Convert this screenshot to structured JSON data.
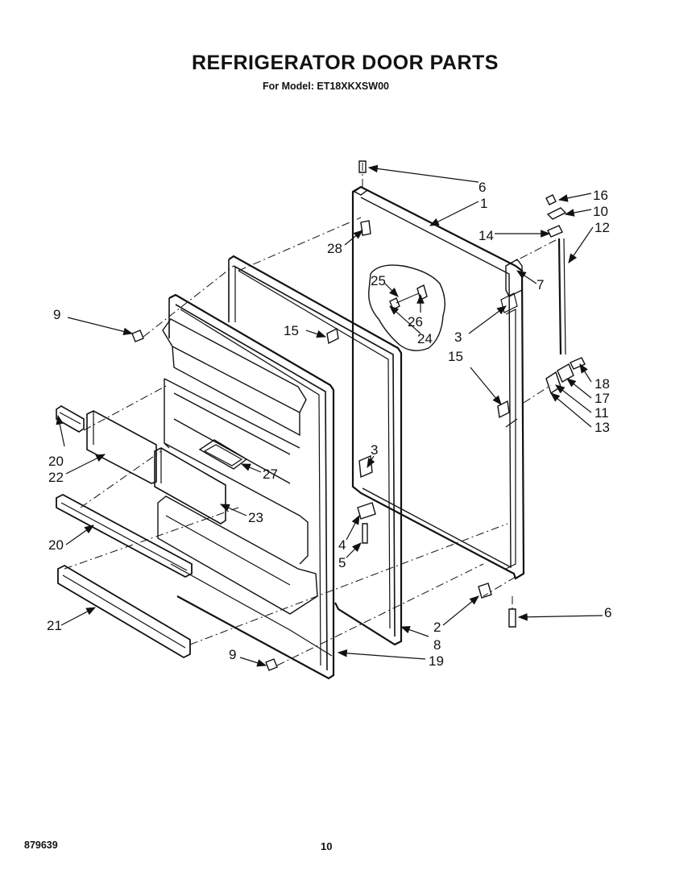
{
  "header": {
    "title": "REFRIGERATOR DOOR PARTS",
    "subtitle": "For Model: ET18XKXSW00"
  },
  "footer": {
    "doc_number": "879639",
    "page_number": "10"
  },
  "callouts": [
    {
      "id": "c6a",
      "label": "6"
    },
    {
      "id": "c1",
      "label": "1"
    },
    {
      "id": "c16",
      "label": "16"
    },
    {
      "id": "c10",
      "label": "10"
    },
    {
      "id": "c14",
      "label": "14"
    },
    {
      "id": "c12",
      "label": "12"
    },
    {
      "id": "c28",
      "label": "28"
    },
    {
      "id": "c7",
      "label": "7"
    },
    {
      "id": "c25",
      "label": "25"
    },
    {
      "id": "c26",
      "label": "26"
    },
    {
      "id": "c24",
      "label": "24"
    },
    {
      "id": "c9a",
      "label": "9"
    },
    {
      "id": "c15a",
      "label": "15"
    },
    {
      "id": "c3a",
      "label": "3"
    },
    {
      "id": "c15b",
      "label": "15"
    },
    {
      "id": "c18",
      "label": "18"
    },
    {
      "id": "c17",
      "label": "17"
    },
    {
      "id": "c11",
      "label": "11"
    },
    {
      "id": "c13",
      "label": "13"
    },
    {
      "id": "c20a",
      "label": "20"
    },
    {
      "id": "c22",
      "label": "22"
    },
    {
      "id": "c3b",
      "label": "3"
    },
    {
      "id": "c27",
      "label": "27"
    },
    {
      "id": "c23",
      "label": "23"
    },
    {
      "id": "c20b",
      "label": "20"
    },
    {
      "id": "c4",
      "label": "4"
    },
    {
      "id": "c5",
      "label": "5"
    },
    {
      "id": "c21",
      "label": "21"
    },
    {
      "id": "c2",
      "label": "2"
    },
    {
      "id": "c6b",
      "label": "6"
    },
    {
      "id": "c8",
      "label": "8"
    },
    {
      "id": "c9b",
      "label": "9"
    },
    {
      "id": "c19",
      "label": "19"
    }
  ]
}
